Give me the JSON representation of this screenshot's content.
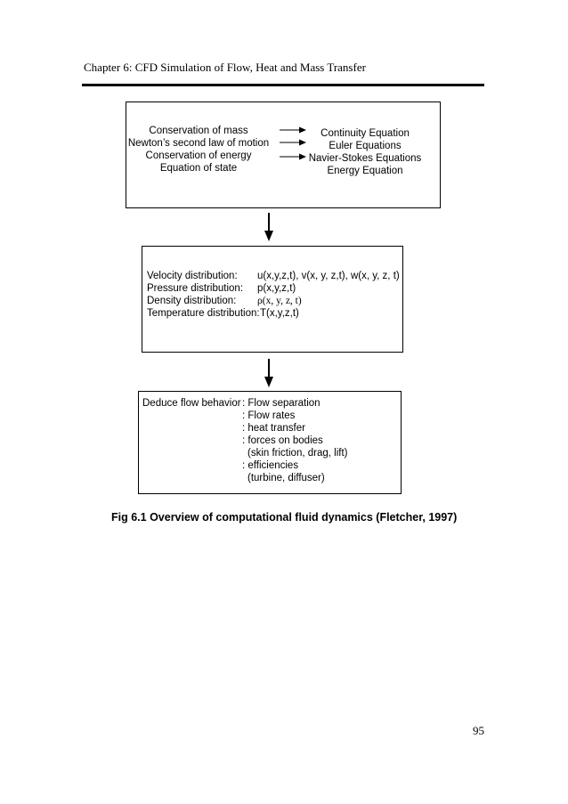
{
  "header": {
    "title": "Chapter 6: CFD Simulation of Flow, Heat and Mass Transfer"
  },
  "box1": {
    "left": [
      "Conservation of mass",
      "Newton’s second law of motion",
      "Conservation of energy",
      "Equation of state"
    ],
    "right": [
      "Continuity Equation",
      "Euler Equations",
      "Navier-Stokes Equations",
      "Energy Equation"
    ]
  },
  "box2": {
    "rows": [
      {
        "label": "Velocity distribution:",
        "value": "u(x,y,z,t), v(x, y, z,t), w(x, y, z, t)"
      },
      {
        "label": "Pressure distribution:",
        "value": "p(x,y,z,t)"
      },
      {
        "label": "Density distribution:",
        "value": "ρ(x, y, z, t)"
      },
      {
        "label": "Temperature distribution:",
        "value": "T(x,y,z,t)"
      }
    ]
  },
  "box3": {
    "label": "Deduce flow behavior",
    "lines": [
      ": Flow separation",
      ": Flow rates",
      ": heat transfer",
      ": forces on bodies",
      "(skin friction, drag, lift)",
      ": efficiencies",
      "(turbine, diffuser)"
    ]
  },
  "caption": "Fig 6.1 Overview of computational fluid dynamics (Fletcher, 1997)",
  "page_number": "95"
}
